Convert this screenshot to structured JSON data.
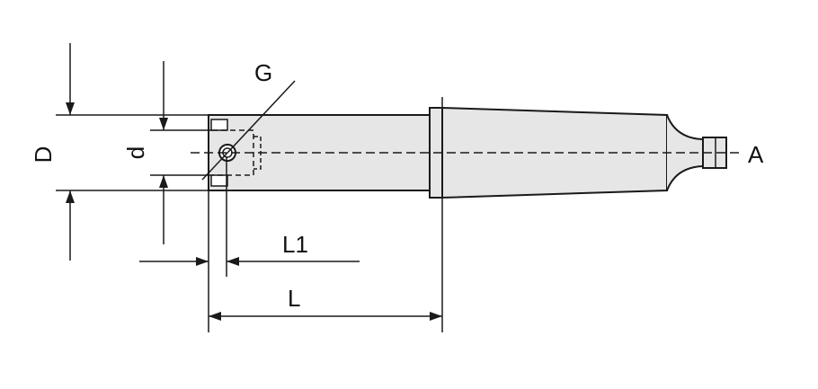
{
  "labels": {
    "G": "G",
    "A": "A",
    "D": "D",
    "d": "d",
    "L1": "L1",
    "L": "L"
  },
  "colors": {
    "line": "#1a1a1a",
    "body_fill": "#e6e6e6",
    "background": "#ffffff"
  }
}
